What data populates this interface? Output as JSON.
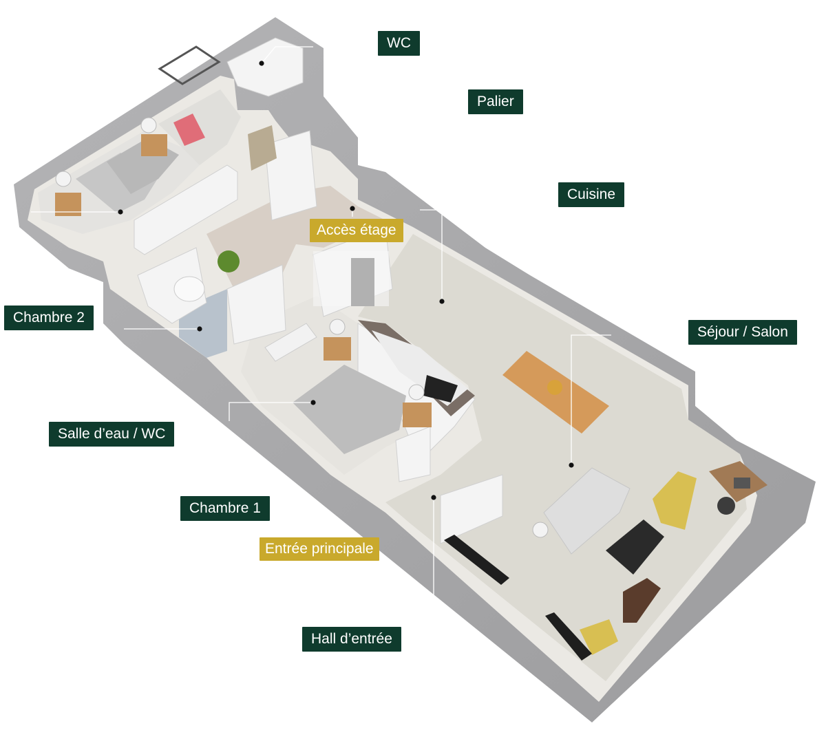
{
  "labels": {
    "wc": "WC",
    "palier": "Palier",
    "cuisine": "Cuisine",
    "acces_etage": "Accès étage",
    "chambre_2": "Chambre 2",
    "sejour_salon": "Séjour / Salon",
    "salle_eau_wc": "Salle d’eau / WC",
    "chambre_1": "Chambre 1",
    "entree_principale": "Entrée principale",
    "hall_entree": "Hall d’entrée"
  },
  "colors": {
    "room_label_bg": "#0f3b2d",
    "access_label_bg": "#c9a92c",
    "label_text": "#ffffff",
    "wall": "#a9a9ab",
    "floor": "#dcdad2"
  }
}
